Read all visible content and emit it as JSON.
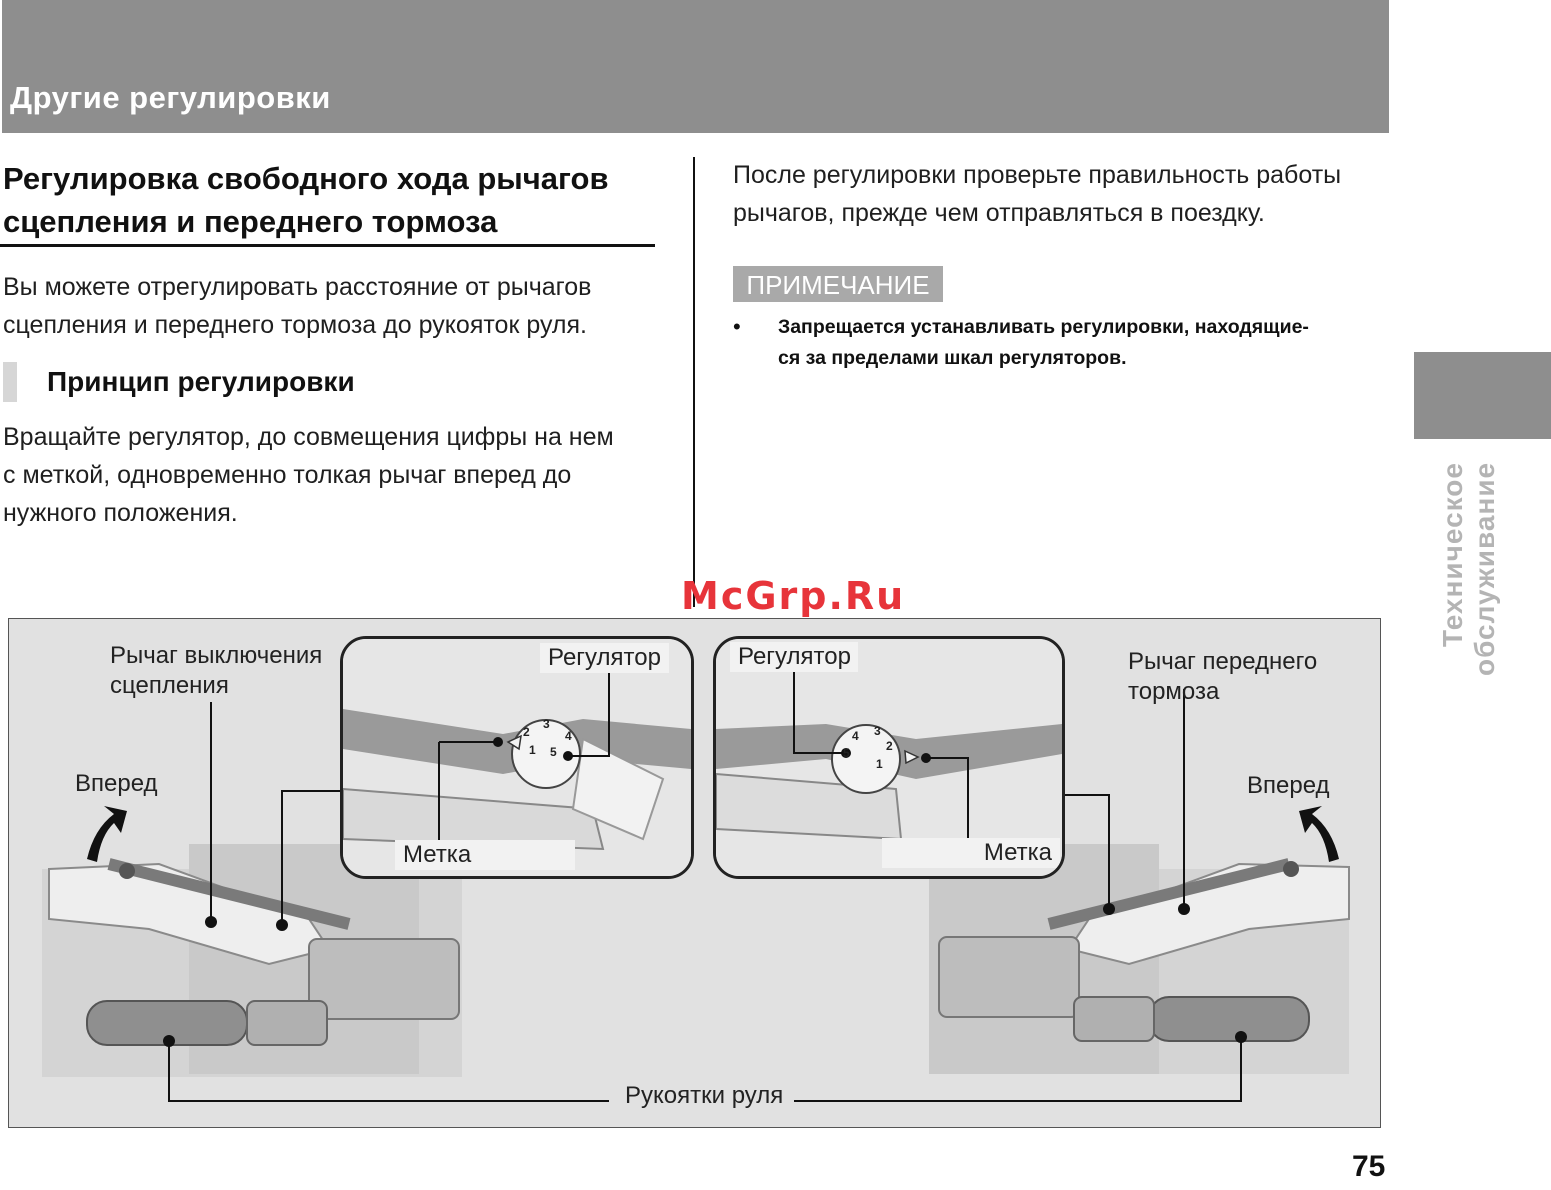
{
  "header": {
    "title": "Другие регулировки"
  },
  "section": {
    "title_line1": "Регулировка свободного хода рычагов",
    "title_line2": "сцепления и переднего тормоза",
    "intro_line1": "Вы можете отрегулировать расстояние от рычагов",
    "intro_line2": "сцепления и переднего тормоза до рукояток руля.",
    "subheading": "Принцип регулировки",
    "body_line1": "Вращайте регулятор, до совмещения цифры на нем",
    "body_line2": "с меткой, одновременно толкая рычаг вперед до",
    "body_line3": "нужного положения."
  },
  "right_column": {
    "para_line1": "После регулировки проверьте правильность работы",
    "para_line2": "рычагов, прежде чем отправляться в поездку.",
    "note_label": "ПРИМЕЧАНИЕ",
    "bullet_symbol": "•",
    "bullet_line1": "Запрещается устанавливать регулировки, находящие-",
    "bullet_line2": "ся за пределами шкал регуляторов."
  },
  "side_tab": {
    "label": "Техническое обслуживание"
  },
  "watermark": "McGrp.Ru",
  "figure": {
    "clutch_lever_line1": "Рычаг выключения",
    "clutch_lever_line2": "сцепления",
    "forward_left": "Вперед",
    "adjuster_left": "Регулятор",
    "mark_left": "Метка",
    "adjuster_right": "Регулятор",
    "mark_right": "Метка",
    "brake_lever_line1": "Рычаг переднего",
    "brake_lever_line2": "тормоза",
    "forward_right": "Вперед",
    "grips": "Рукоятки руля",
    "dial_digits": [
      "1",
      "2",
      "3",
      "4",
      "5"
    ]
  },
  "page_number": "75"
}
